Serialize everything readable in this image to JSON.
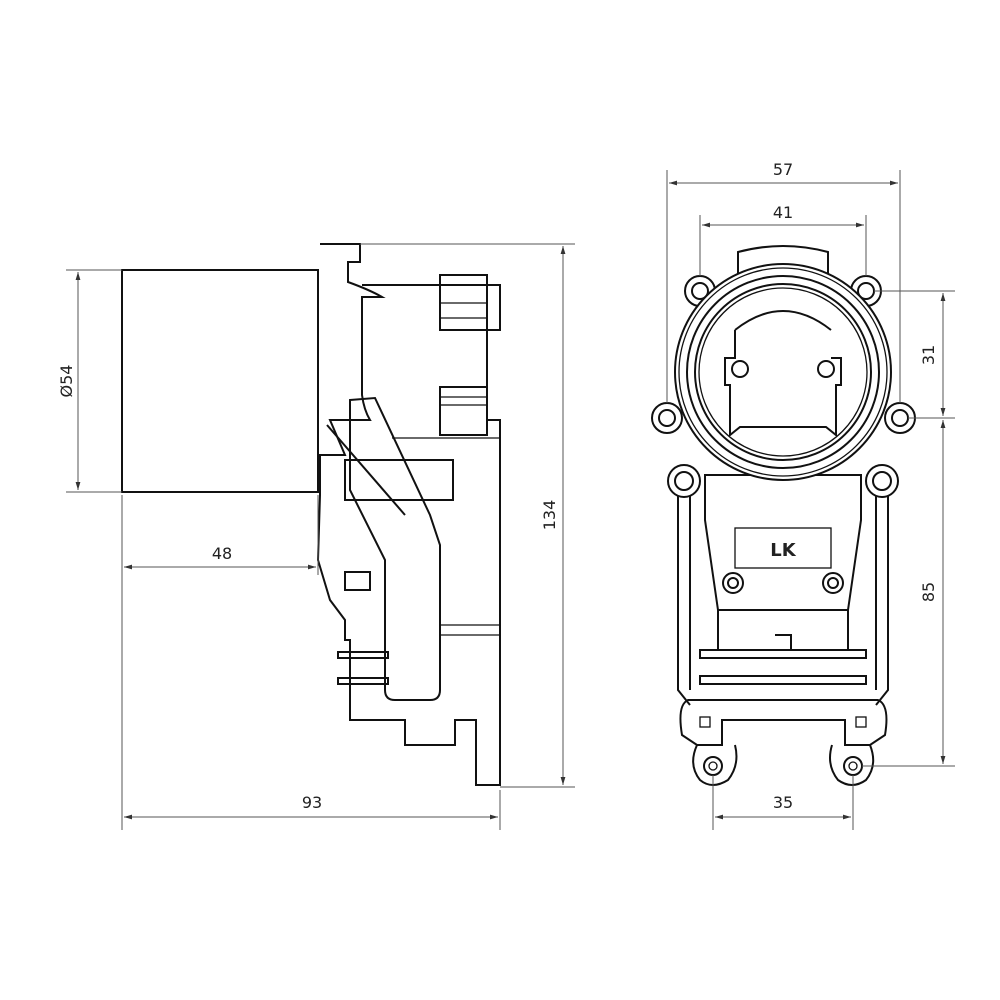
{
  "side_view": {
    "dimensions": {
      "diameter": "Ø54",
      "depth_to_mount": "48",
      "overall_depth": "93",
      "overall_height": "134"
    }
  },
  "front_view": {
    "dimensions": {
      "outer_hole_spacing": "57",
      "inner_hole_spacing": "41",
      "hole_vertical_spacing": "31",
      "lower_vertical": "85",
      "bottom_hole_spacing": "35"
    },
    "logo_text": "LK"
  }
}
